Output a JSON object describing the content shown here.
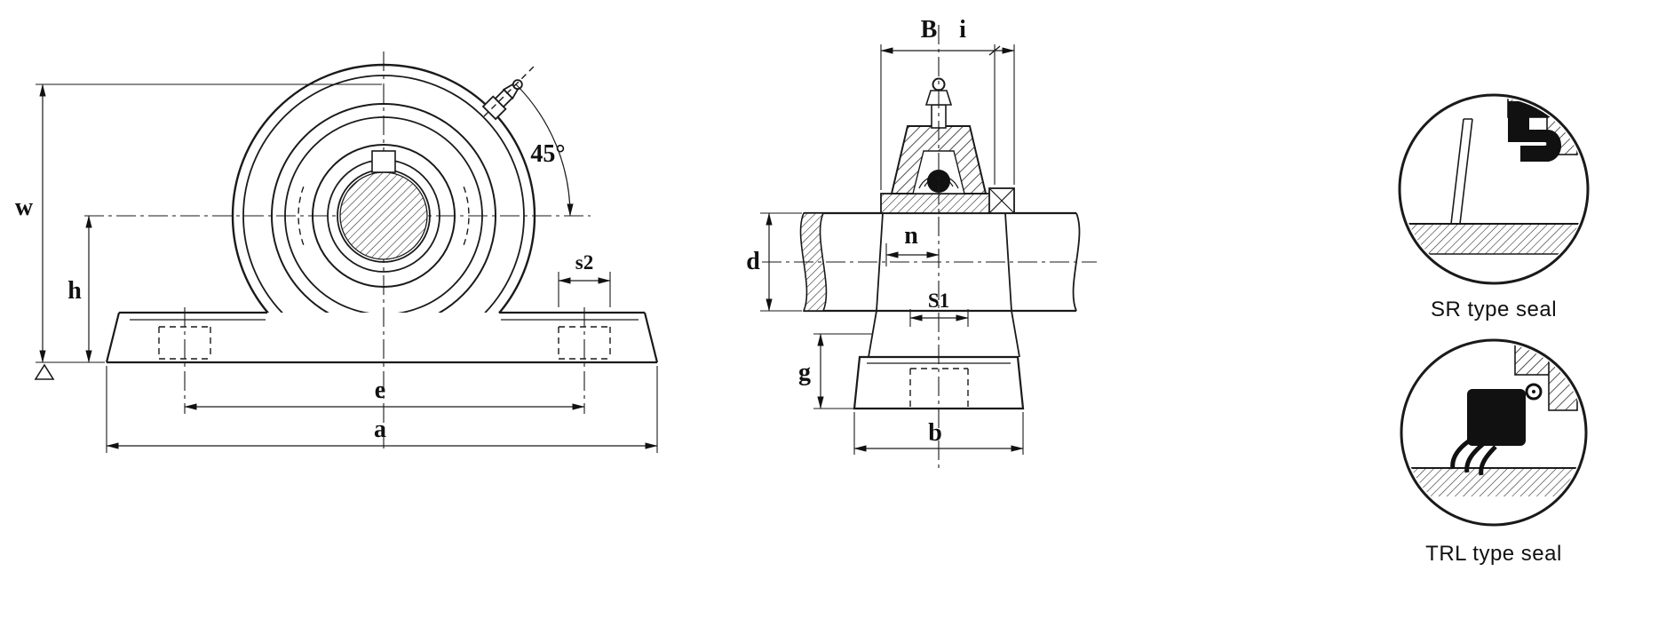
{
  "drawing": {
    "front_view": {
      "w": "w",
      "h": "h",
      "e": "e",
      "a": "a",
      "s2": "s2",
      "angle": "45°"
    },
    "side_view": {
      "B": "B",
      "i": "i",
      "d": "d",
      "n": "n",
      "s1": "S1",
      "g": "g",
      "b": "b"
    },
    "seals": {
      "sr": "SR type seal",
      "trl": "TRL type seal"
    },
    "colors": {
      "line": "#1a1a1a",
      "background": "#ffffff"
    }
  }
}
